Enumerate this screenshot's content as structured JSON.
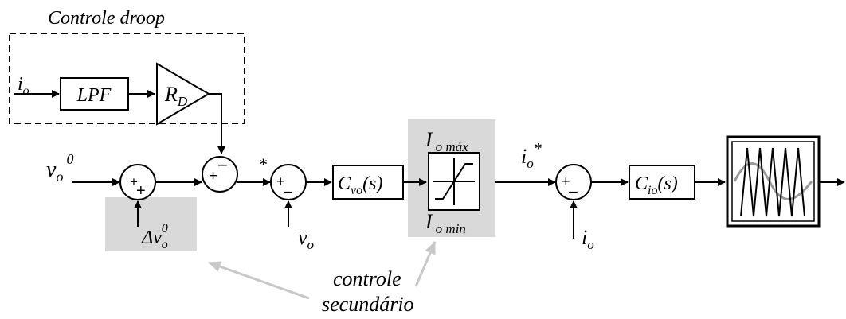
{
  "droop": {
    "title": "Controle droop",
    "input": "i",
    "input_sub": "o",
    "lpf": "LPF",
    "gain": "R",
    "gain_sub": "D"
  },
  "main": {
    "vo_ref": "v",
    "vo_ref_sub": "o",
    "vo_ref_sup": "0",
    "delta": "Δv",
    "delta_sub": "o",
    "delta_sup": "0",
    "star": "*",
    "vo_meas": "v",
    "vo_meas_sub": "o",
    "cvo": "C",
    "cvo_sub": "vo",
    "cvo_tail": "(s)",
    "iomax": "I",
    "iomax_sub": "o máx",
    "iomin": "I",
    "iomin_sub": "o min",
    "io_ref": "i",
    "io_ref_sub": "o",
    "io_ref_sup": "*",
    "io_meas": "i",
    "io_meas_sub": "o",
    "cio": "C",
    "cio_sub": "io",
    "cio_tail": "(s)"
  },
  "signs": {
    "s1_a": "+",
    "s1_b": "+",
    "s2_a": "+",
    "s2_b": "−",
    "s3_a": "+",
    "s3_b": "−",
    "s4_a": "+",
    "s4_b": "−"
  },
  "annotation": {
    "line1": "controle",
    "line2": "secundário"
  },
  "colors": {
    "highlight": "#d9d9d9",
    "arrow_gray": "#c8c8c8",
    "pwm_sine": "#999999"
  }
}
